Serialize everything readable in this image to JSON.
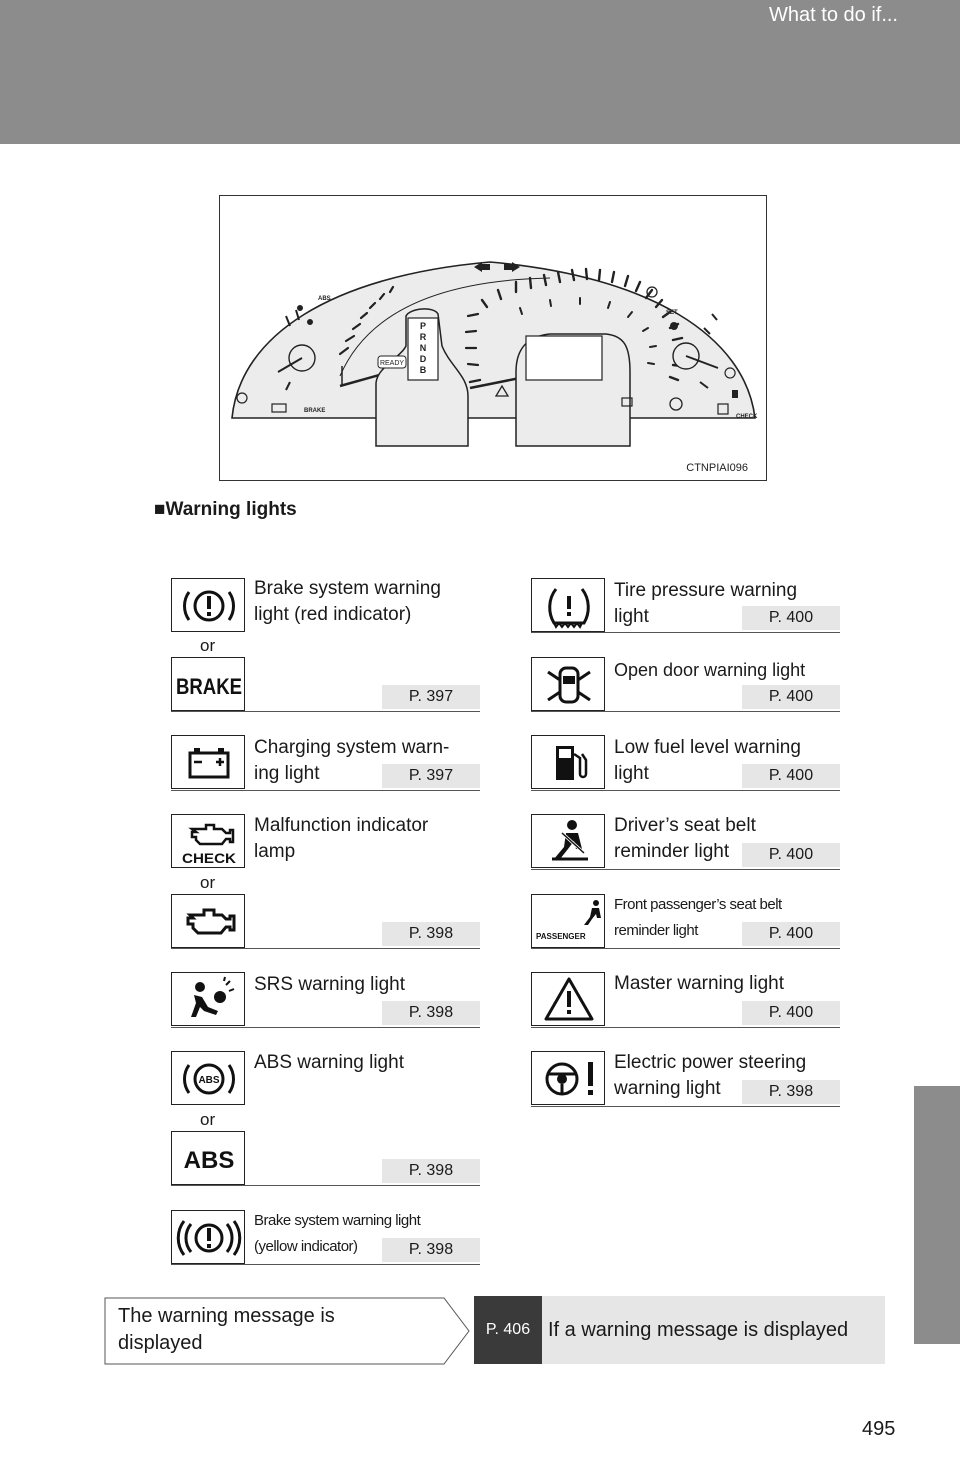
{
  "header": {
    "title": "What to do if..."
  },
  "figure": {
    "code": "CTNPIAI096",
    "gear_letters": [
      "P",
      "R",
      "N",
      "D",
      "B"
    ],
    "ready_label": "READY",
    "abs_small": "ABS",
    "brake_small": "BRAKE",
    "set_small": "SET",
    "check_small": "CHECK"
  },
  "section": {
    "bullet": "■",
    "title": "Warning lights"
  },
  "or_label": "or",
  "left_items": [
    {
      "label": "Brake system warning\nlight (red indicator)",
      "icon": "brake-circle-icon"
    },
    {
      "label": "",
      "icon": "brake-text-icon",
      "icon_text": "BRAKE",
      "ref": "P. 397"
    },
    {
      "label": "Charging system warn-\ning light",
      "icon": "battery-icon",
      "ref": "P. 397"
    },
    {
      "label": "Malfunction indicator\nlamp",
      "icon": "engine-check-icon",
      "icon_text": "CHECK"
    },
    {
      "label": "",
      "icon": "engine-icon",
      "ref": "P. 398"
    },
    {
      "label": "SRS warning light",
      "icon": "airbag-icon",
      "ref": "P. 398"
    },
    {
      "label": "ABS warning light",
      "icon": "abs-circle-icon",
      "icon_text": "ABS"
    },
    {
      "label": "",
      "icon": "abs-text-icon",
      "icon_text": "ABS",
      "ref": "P. 398"
    },
    {
      "label": "Brake system warning light\n(yellow indicator)",
      "icon": "brake-yellow-icon",
      "ref": "P. 398"
    }
  ],
  "right_items": [
    {
      "label": "Tire pressure warning\nlight",
      "icon": "tire-pressure-icon",
      "ref": "P. 400"
    },
    {
      "label": "Open door warning light",
      "icon": "open-door-icon",
      "ref": "P. 400"
    },
    {
      "label": "Low fuel level warning\nlight",
      "icon": "fuel-icon",
      "ref": "P. 400"
    },
    {
      "label": "Driver’s seat belt\nreminder light",
      "icon": "seatbelt-icon",
      "ref": "P. 400"
    },
    {
      "label": "Front passenger’s seat belt\nreminder light",
      "icon": "passenger-seatbelt-icon",
      "icon_text": "PASSENGER",
      "ref": "P. 400"
    },
    {
      "label": "Master warning light",
      "icon": "master-warning-icon",
      "ref": "P. 400"
    },
    {
      "label": "Electric power steering\nwarning light",
      "icon": "steering-warning-icon",
      "ref": "P. 398"
    }
  ],
  "banner": {
    "left_text": "The warning message is\ndisplayed",
    "ref": "P. 406",
    "right_text": "If a warning message is displayed"
  },
  "page_number": "495"
}
